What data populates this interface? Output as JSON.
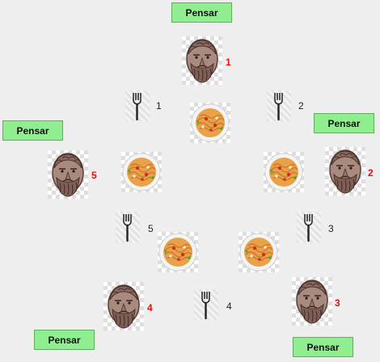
{
  "button_label": "Pensar",
  "philosophers": [
    {
      "number": "1",
      "icon": "philosopher-head-icon"
    },
    {
      "number": "2",
      "icon": "philosopher-head-icon"
    },
    {
      "number": "3",
      "icon": "philosopher-head-icon"
    },
    {
      "number": "4",
      "icon": "philosopher-head-icon"
    },
    {
      "number": "5",
      "icon": "philosopher-head-icon"
    }
  ],
  "forks": [
    {
      "number": "1",
      "icon": "fork-icon"
    },
    {
      "number": "2",
      "icon": "fork-icon"
    },
    {
      "number": "3",
      "icon": "fork-icon"
    },
    {
      "number": "4",
      "icon": "fork-icon"
    },
    {
      "number": "5",
      "icon": "fork-icon"
    }
  ],
  "plates": [
    {
      "icon": "spaghetti-plate-icon"
    },
    {
      "icon": "spaghetti-plate-icon"
    },
    {
      "icon": "spaghetti-plate-icon"
    },
    {
      "icon": "spaghetti-plate-icon"
    },
    {
      "icon": "spaghetti-plate-icon"
    }
  ],
  "colors": {
    "background": "#eeeeee",
    "button": "#90ee90",
    "philosopher_number": "#e01010"
  }
}
